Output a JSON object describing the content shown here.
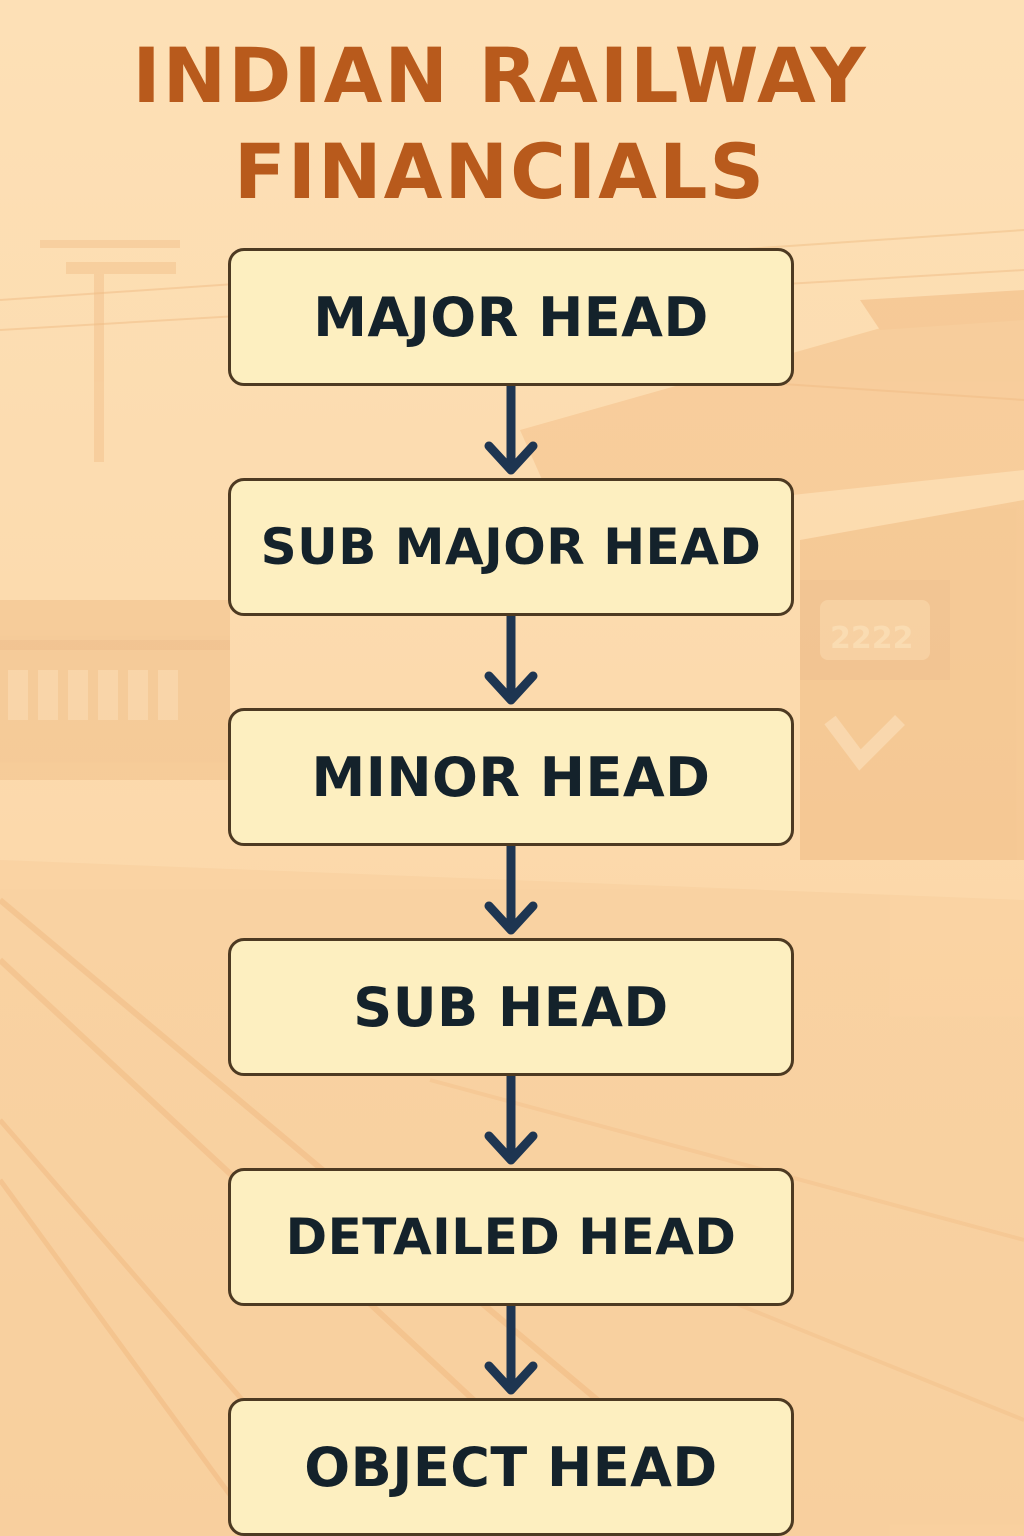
{
  "title": {
    "line1": "INDIAN RAILWAY",
    "line2": "FINANCIALS"
  },
  "hierarchy": {
    "levels": [
      {
        "label": "MAJOR HEAD"
      },
      {
        "label": "SUB MAJOR HEAD"
      },
      {
        "label": "MINOR HEAD"
      },
      {
        "label": "SUB HEAD"
      },
      {
        "label": "DETAILED HEAD"
      },
      {
        "label": "OBJECT HEAD"
      }
    ]
  },
  "background": {
    "locomotive_number": "2222"
  },
  "colors": {
    "background": "#fcdcb0",
    "title": "#b85a1c",
    "box_fill": "#fdefc0",
    "box_border": "#4d3a22",
    "box_text": "#14222b",
    "arrow": "#1e3551"
  }
}
